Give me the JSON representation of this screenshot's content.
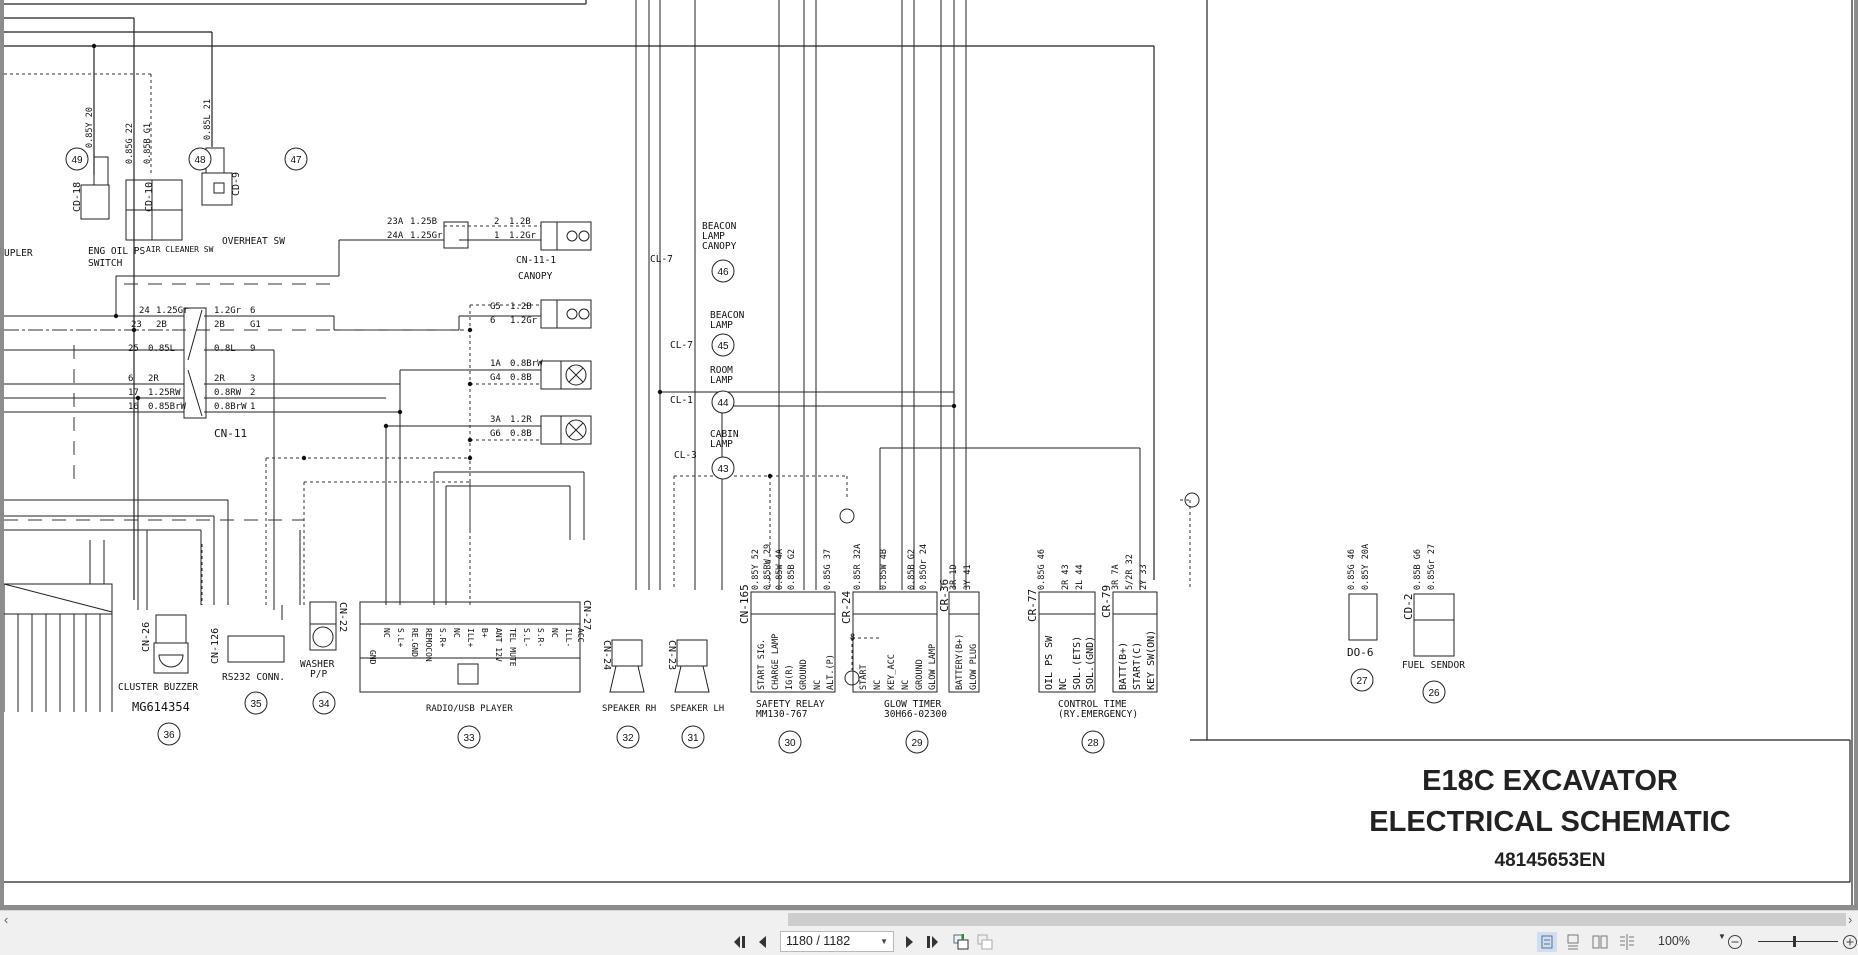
{
  "document": {
    "title_line1": "E18C EXCAVATOR",
    "title_line2": "ELECTRICAL SCHEMATIC",
    "doc_number": "48145653EN"
  },
  "components": [
    {
      "ref": "49",
      "connector": "CD-18",
      "name": "ENG OIL PS SWITCH",
      "wires": [
        "0.85Y 20"
      ]
    },
    {
      "ref": "48",
      "connector": "CD-10",
      "name": "AIR CLEANER SW",
      "wires": [
        "0.85G 22",
        "0.85B G1"
      ]
    },
    {
      "ref": "47",
      "connector": "CD-9",
      "name": "OVERHEAT SW",
      "wires": [
        "0.85L 21"
      ]
    },
    {
      "ref": "46",
      "connector": "CL-7",
      "name": "BEACON LAMP CANOPY"
    },
    {
      "ref": "45",
      "connector": "CL-7",
      "name": "BEACON LAMP"
    },
    {
      "ref": "44",
      "connector": "CL-1",
      "name": "ROOM LAMP"
    },
    {
      "ref": "43",
      "connector": "CL-3",
      "name": "CABIN LAMP"
    },
    {
      "ref": "36",
      "connector": "CN-26",
      "name": "CLUSTER BUZZER",
      "part": "MG614354"
    },
    {
      "ref": "35",
      "connector": "CN-126",
      "name": "RS232 CONN."
    },
    {
      "ref": "34",
      "connector": "CN-22",
      "name": "WASHER P/P"
    },
    {
      "ref": "33",
      "connector": "CN-27",
      "name": "RADIO/USB PLAYER"
    },
    {
      "ref": "32",
      "connector": "CN-24",
      "name": "SPEAKER RH"
    },
    {
      "ref": "31",
      "connector": "CN-23",
      "name": "SPEAKER LH"
    },
    {
      "ref": "30",
      "connector": "CN-165",
      "name": "SAFETY RELAY",
      "part": "MM130-767"
    },
    {
      "ref": "29",
      "connector": "CR-24",
      "name": "GLOW TIMER",
      "part": "30H66-02300"
    },
    {
      "ref": "28",
      "connector": "CR-77 / CR-79",
      "name": "CONTROL TIME",
      "part": "(RY.EMERGENCY)"
    },
    {
      "ref": "27",
      "connector": "DO-6",
      "name": ""
    },
    {
      "ref": "26",
      "connector": "CD-2",
      "name": "FUEL SENDOR"
    }
  ],
  "labels": {
    "c49": "49",
    "c48": "48",
    "c47": "47",
    "c46": "46",
    "c45": "45",
    "c44": "44",
    "c43": "43",
    "c36": "36",
    "c35": "35",
    "c34": "34",
    "c33": "33",
    "c32": "32",
    "c31": "31",
    "c30": "30",
    "c29": "29",
    "c28": "28",
    "c27": "27",
    "c26": "26",
    "cd18": "CD-18",
    "cd10": "CD-10",
    "cd9": "CD-9",
    "eng_oil1": "ENG OIL PS",
    "eng_oil2": "SWITCH",
    "air_cleaner": "AIR CLEANER SW",
    "overheat": "OVERHEAT SW",
    "upler": "UPLER",
    "cn11_1": "CN-11-1",
    "canopy": "CANOPY",
    "cl7a": "CL-7",
    "cl7b": "CL-7",
    "cl1": "CL-1",
    "cl3": "CL-3",
    "beacon1": "BEACON",
    "lamp1": "LAMP",
    "canopy2": "CANOPY",
    "beacon2": "BEACON",
    "lamp2": "LAMP",
    "room": "ROOM",
    "lamp3": "LAMP",
    "cabin": "CABIN",
    "lamp4": "LAMP",
    "cn11": "CN-11",
    "cluster_buzzer": "CLUSTER BUZZER",
    "mg": "MG614354",
    "cn26": "CN-26",
    "rs232": "RS232 CONN.",
    "cn126": "CN-126",
    "washer1": "WASHER",
    "washer2": "P/P",
    "cn22": "CN-22",
    "radio": "RADIO/USB PLAYER",
    "cn27": "CN-27",
    "spk_rh": "SPEAKER RH",
    "spk_lh": "SPEAKER LH",
    "cn24": "CN-24",
    "cn23": "CN-23",
    "safety1": "SAFETY RELAY",
    "safety2": "MM130-767",
    "cn165": "CN-165",
    "glow1": "GLOW TIMER",
    "glow2": "30H66-02300",
    "cr24": "CR-24",
    "cr36": "CR-36",
    "ctrl1": "CONTROL TIME",
    "ctrl2": "(RY.EMERGENCY)",
    "cr77": "CR-77",
    "cr79": "CR-79",
    "do6": "DO-6",
    "fuel": "FUEL SENDOR",
    "cd2": "CD-2"
  },
  "wire_labels": {
    "w23a": "23A",
    "w125b": "1.25B",
    "w24a": "24A",
    "w125gr": "1.25Gr",
    "w2": "2",
    "w12b": "1.2B",
    "w1": "1",
    "w12gr": "1.2Gr",
    "g5": "G5",
    "g5v": "1.2B",
    "w6": "6",
    "w6v": "1.2Gr",
    "w1a": "1A",
    "w1av": "0.8BrW",
    "g4": "G4",
    "g4v": "0.8B",
    "w3a": "3A",
    "w3av": "1.2R",
    "g6": "G6",
    "g6v": "0.8B",
    "l24": "24",
    "l24v": "1.25Gr",
    "l23": "23",
    "l23v": "2B",
    "l25": "25",
    "l25v": "0.85L",
    "l6": "6",
    "l6v": "2R",
    "l17": "17",
    "l17v": "1.25RW",
    "l16": "16",
    "l16v": "0.85BrW",
    "r12gr": "1.2Gr",
    "r6": "6",
    "r2b": "2B",
    "rg1": "G1",
    "r08l": "0.8L",
    "r9": "9",
    "r2r": "2R",
    "r3": "3",
    "r08rw": "0.8RW",
    "r2": "2",
    "r08brw": "0.8BrW",
    "r1": "1"
  },
  "pin_tables": {
    "radio_pins": [
      "GND",
      "NC",
      "S.L+",
      "RE.GND",
      "REMOCON",
      "S.R+",
      "NC",
      "ILL+",
      "B+",
      "ANT 12V",
      "TEL MUTE",
      "S.L-",
      "S.R-",
      "NC",
      "ILL-",
      "ACC"
    ],
    "safety_relay_pins": [
      "START SIG.",
      "CHARGE LAMP",
      "IG(R)",
      "GROUND",
      "NC",
      "ALT.(P)"
    ],
    "glow_timer_pins": [
      "START",
      "NC",
      "KEY_ACC",
      "NC",
      "GROUND",
      "GLOW LAMP"
    ],
    "cr36_pins": [
      "BATTERY(B+)",
      "GLOW PLUG"
    ],
    "cr77_pins": [
      "OIL PS SW",
      "NC",
      "SOL.(ETS)",
      "SOL.(GND)"
    ],
    "cr79_pins": [
      "BATT(B+)",
      "START(C)",
      "KEY SW(ON)"
    ]
  },
  "viewer": {
    "page_current": "1180",
    "page_total": "1182",
    "page_display": "1180 / 1182",
    "zoom": "100%",
    "icons": {
      "first_page": "first-page-icon",
      "prev_page": "prev-page-icon",
      "next_page": "next-page-icon",
      "last_page": "last-page-icon",
      "single_page_view": "single-page-icon",
      "continuous_view": "continuous-icon",
      "facing_view": "facing-icon",
      "facing_continuous_view": "facing-continuous-icon",
      "zoom_out": "zoom-out-icon",
      "zoom_in": "zoom-in-icon"
    }
  }
}
